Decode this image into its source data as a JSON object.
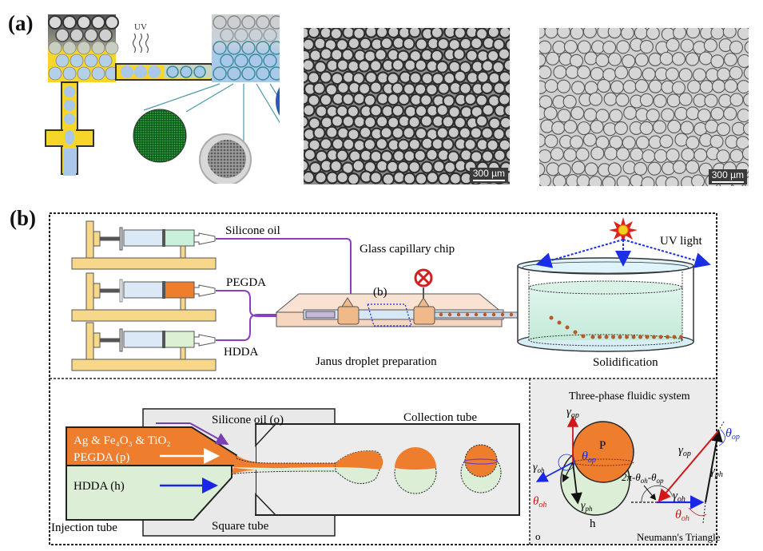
{
  "panel_a": {
    "label": "(a)",
    "uv_label": "UV",
    "micrograph_1": {
      "scale_label": "300 µm",
      "description": "dense packed droplets before UV curing"
    },
    "micrograph_2": {
      "scale_label": "300 µm",
      "description": "solidified microspheres after UV curing"
    },
    "colors": {
      "oil": "#f6d62a",
      "droplet": "#a9c8ea",
      "channel_outline": "#333333",
      "blue_particle": "#2f55b5",
      "green_particle": "#1a7a2a",
      "grey_particle": "#8a8a8a",
      "leader_line": "#4a9aa8"
    }
  },
  "panel_b": {
    "label": "(b)",
    "setup": {
      "syringe_labels": [
        "Silicone oil",
        "PEGDA",
        "HDDA"
      ],
      "syringe_fill_colors": [
        "#c9f0d8",
        "#ee7d2e",
        "#dcf0d4"
      ],
      "chip_title": "Glass capillary chip",
      "zoom_marker": "(b)",
      "uv_label": "UV light",
      "caption_left": "Janus droplet preparation",
      "caption_right": "Solidification",
      "colors": {
        "tubing": "#8a3fbf",
        "pump_base": "#f7d88a",
        "chip": "#f7d6c0",
        "connector": "#f0b98a",
        "valve": "#d02020",
        "bath": "#cdeedd",
        "uv_arrow": "#1a2ee6",
        "sun": "#f0c020"
      }
    },
    "channel": {
      "phase_top_line1": "Ag & Fe₄O₃ & TiO₂",
      "phase_top_line2": "PEGDA (p)",
      "phase_bottom": "HDDA (h)",
      "silicone_label": "Silicone oil (o)",
      "collection_label": "Collection tube",
      "injection_label": "Injection tube",
      "square_label": "Square tube",
      "colors": {
        "orange": "#ee7d2e",
        "green": "#dcefd6",
        "tube": "#e8e8e8",
        "oil_arrow": "#7a3fb5",
        "white_arrow": "#ffffff",
        "blue_arrow": "#1a28e6"
      }
    },
    "three_phase": {
      "title": "Three-phase fluidic system",
      "triangle_label": "Neumann's Triangle",
      "phase_p": "P",
      "phase_h": "h",
      "phase_o": "o",
      "gamma_op": "γ",
      "gamma_op_sub": "op",
      "gamma_oh": "γ",
      "gamma_oh_sub": "oh",
      "gamma_ph": "γ",
      "gamma_ph_sub": "ph",
      "theta": "θ",
      "theta_op_sub": "op",
      "theta_oh_sub": "oh",
      "angle_expr_prefix": "2π-θ",
      "angle_expr_mid": "-θ",
      "angle_sub_oh": "oh",
      "angle_sub_op": "op",
      "colors": {
        "red": "#d01818",
        "blue": "#1a28e6",
        "black": "#111111"
      }
    }
  }
}
